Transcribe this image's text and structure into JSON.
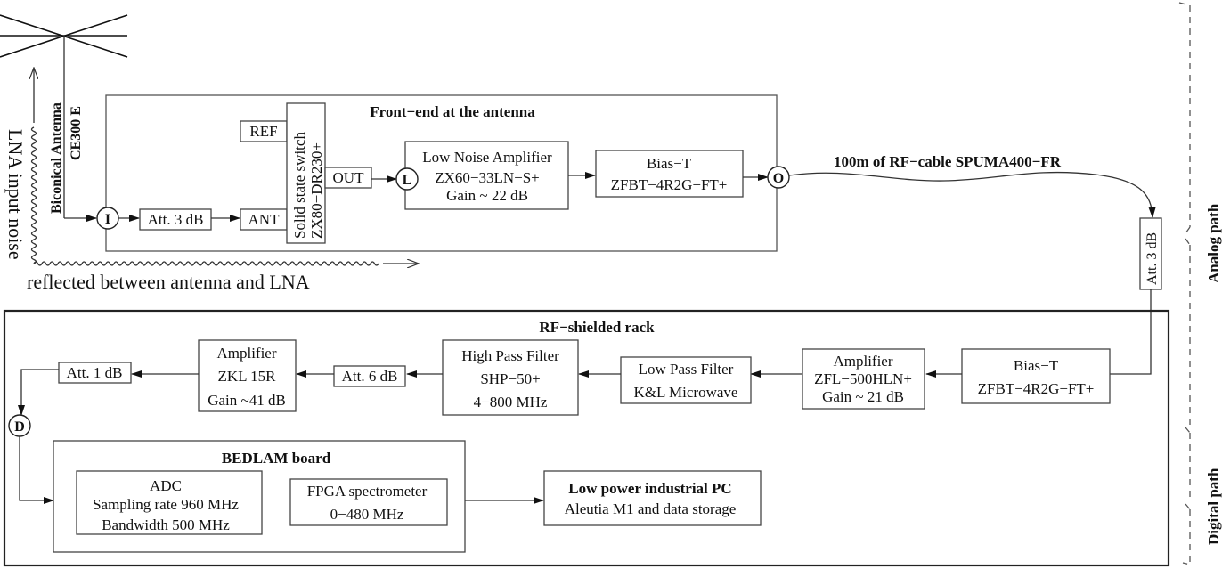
{
  "diagram": {
    "antenna": {
      "name": "Biconical Antenna",
      "model": "CE300 E"
    },
    "noise": {
      "vertical_label": "LNA input noise",
      "horizontal_label": "reflected between antenna and LNA"
    },
    "frontend": {
      "title": "Front−end at the antenna",
      "node_in": "I",
      "node_lna": "L",
      "node_out": "O",
      "att_in": "Att. 3 dB",
      "ant_port": "ANT",
      "ref_port": "REF",
      "out_port": "OUT",
      "switch_line1": "Solid state switch",
      "switch_line2": "ZX80−DR230+",
      "lna": {
        "line1": "Low Noise Amplifier",
        "line2": "ZX60−33LN−S+",
        "line3": "Gain ~ 22 dB"
      },
      "biast": {
        "line1": "Bias−T",
        "line2": "ZFBT−4R2G−FT+"
      }
    },
    "cable": {
      "label": "100m of RF−cable SPUMA400−FR",
      "att": "Att. 3 dB"
    },
    "rack": {
      "title": "RF−shielded rack",
      "biast": {
        "line1": "Bias−T",
        "line2": "ZFBT−4R2G−FT+"
      },
      "amp1": {
        "line1": "Amplifier",
        "line2": "ZFL−500HLN+",
        "line3": "Gain ~ 21 dB"
      },
      "lpf": {
        "line1": "Low Pass Filter",
        "line2": "K&L Microwave"
      },
      "hpf": {
        "line1": "High Pass Filter",
        "line2": "SHP−50+",
        "line3": "4−800 MHz"
      },
      "att6": "Att. 6 dB",
      "amp2": {
        "line1": "Amplifier",
        "line2": "ZKL 15R",
        "line3": "Gain ~41 dB"
      },
      "att1": "Att. 1 dB",
      "node_d": "D",
      "bedlam": {
        "title": "BEDLAM board",
        "adc": {
          "line1": "ADC",
          "line2": "Sampling rate 960 MHz",
          "line3": "Bandwidth 500 MHz"
        },
        "fpga": {
          "line1": "FPGA spectrometer",
          "line2": "0−480 MHz"
        }
      },
      "pc": {
        "line1": "Low power industrial PC",
        "line2": "Aleutia M1 and data storage"
      }
    },
    "paths": {
      "analog": "Analog path",
      "digital": "Digital path"
    }
  }
}
